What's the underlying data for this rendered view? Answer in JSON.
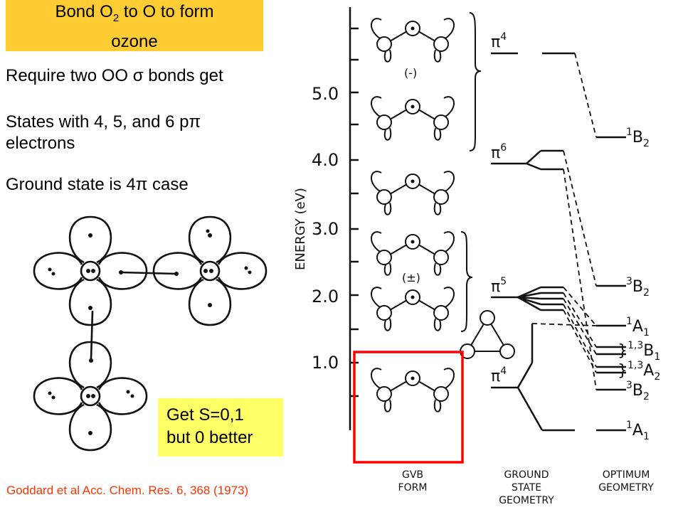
{
  "title": {
    "line1_pre": "Bond O",
    "line1_sub": "2",
    "line1_post": " to O to form",
    "line2": "ozone"
  },
  "bullets": [
    {
      "pre": "Require two OO ",
      "sym": "σ",
      "post": " bonds get"
    },
    {
      "pre": "States with 4, 5, and 6 p",
      "sym": "π",
      "post": ""
    },
    {
      "pre": "electrons",
      "sym": "",
      "post": ""
    },
    {
      "pre": "Ground state is 4",
      "sym": "π",
      "post": " case"
    }
  ],
  "callout": {
    "line1": "Get S=0,1",
    "line2": "but 0 better"
  },
  "citation": "Goddard et al Acc. Chem. Res. 6, 368 (1973)",
  "diagram": {
    "energy_axis_label": "ENERGY (eV)",
    "energy_ticks": [
      "5.0",
      "4.0",
      "3.0",
      "2.0",
      "1.0"
    ],
    "column_labels": {
      "gvb": [
        "GVB",
        "FORM"
      ],
      "ground": [
        "GROUND",
        "STATE",
        "GEOMETRY"
      ],
      "optimum": [
        "OPTIMUM",
        "GEOMETRY"
      ]
    },
    "gvb_level_labels": [
      "π4",
      "π6",
      "π5",
      "π4"
    ],
    "sign_labels": [
      "(-)",
      "(±)"
    ],
    "state_labels": {
      "b2_singlet": {
        "sup": "1",
        "base": "B",
        "sub": "2"
      },
      "b2_triplet_high": {
        "sup": "3",
        "base": "B",
        "sub": "2"
      },
      "a1_singlet_high": {
        "sup": "1",
        "base": "A",
        "sub": "1"
      },
      "b1": {
        "sup": "1,3",
        "base": "B",
        "sub": "1"
      },
      "a2": {
        "sup": "1,3",
        "base": "A",
        "sub": "2"
      },
      "b2_triplet_low": {
        "sup": "3",
        "base": "B",
        "sub": "2"
      },
      "a1_ground": {
        "sup": "1",
        "base": "A",
        "sub": "1"
      }
    }
  },
  "colors": {
    "title_bg": "#ffcc33",
    "callout_bg": "#ffff66",
    "citation": "#ff3300",
    "highlight_box": "#ff0000"
  }
}
